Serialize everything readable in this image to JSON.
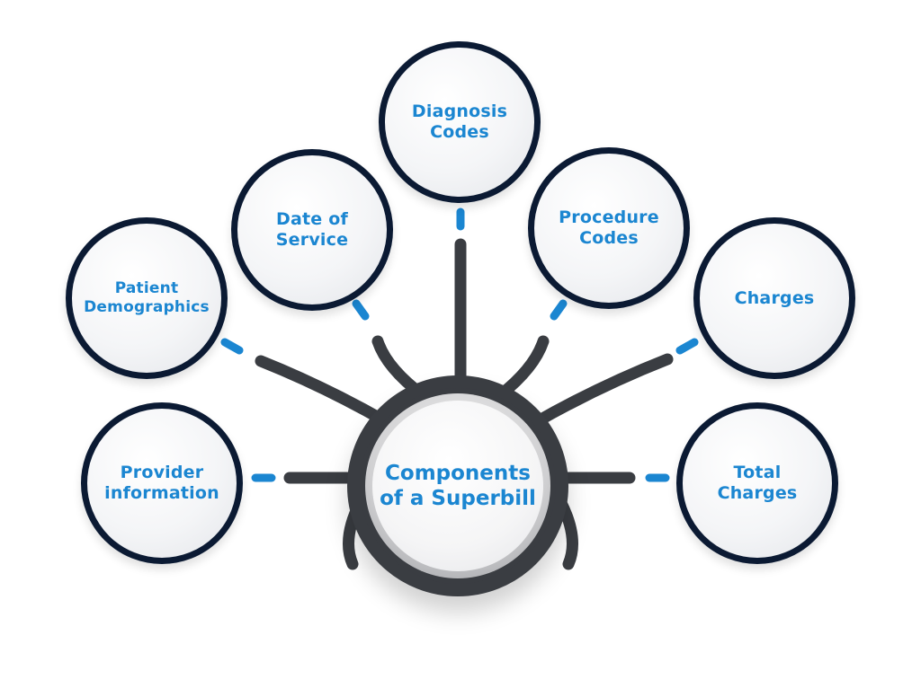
{
  "diagram": {
    "center_label": "Components\nof a Superbill",
    "nodes": [
      {
        "id": "diagnosis-codes",
        "label": "Diagnosis\nCodes"
      },
      {
        "id": "date-of-service",
        "label": "Date of\nService"
      },
      {
        "id": "procedure-codes",
        "label": "Procedure\nCodes"
      },
      {
        "id": "patient-demographics",
        "label": "Patient\nDemographics"
      },
      {
        "id": "charges",
        "label": "Charges"
      },
      {
        "id": "provider-information",
        "label": "Provider\ninformation"
      },
      {
        "id": "total-charges",
        "label": "Total\nCharges"
      }
    ]
  },
  "colors": {
    "accent": "#1b86d1",
    "node_border": "#0b1a33",
    "connector": "#3a3d42"
  }
}
